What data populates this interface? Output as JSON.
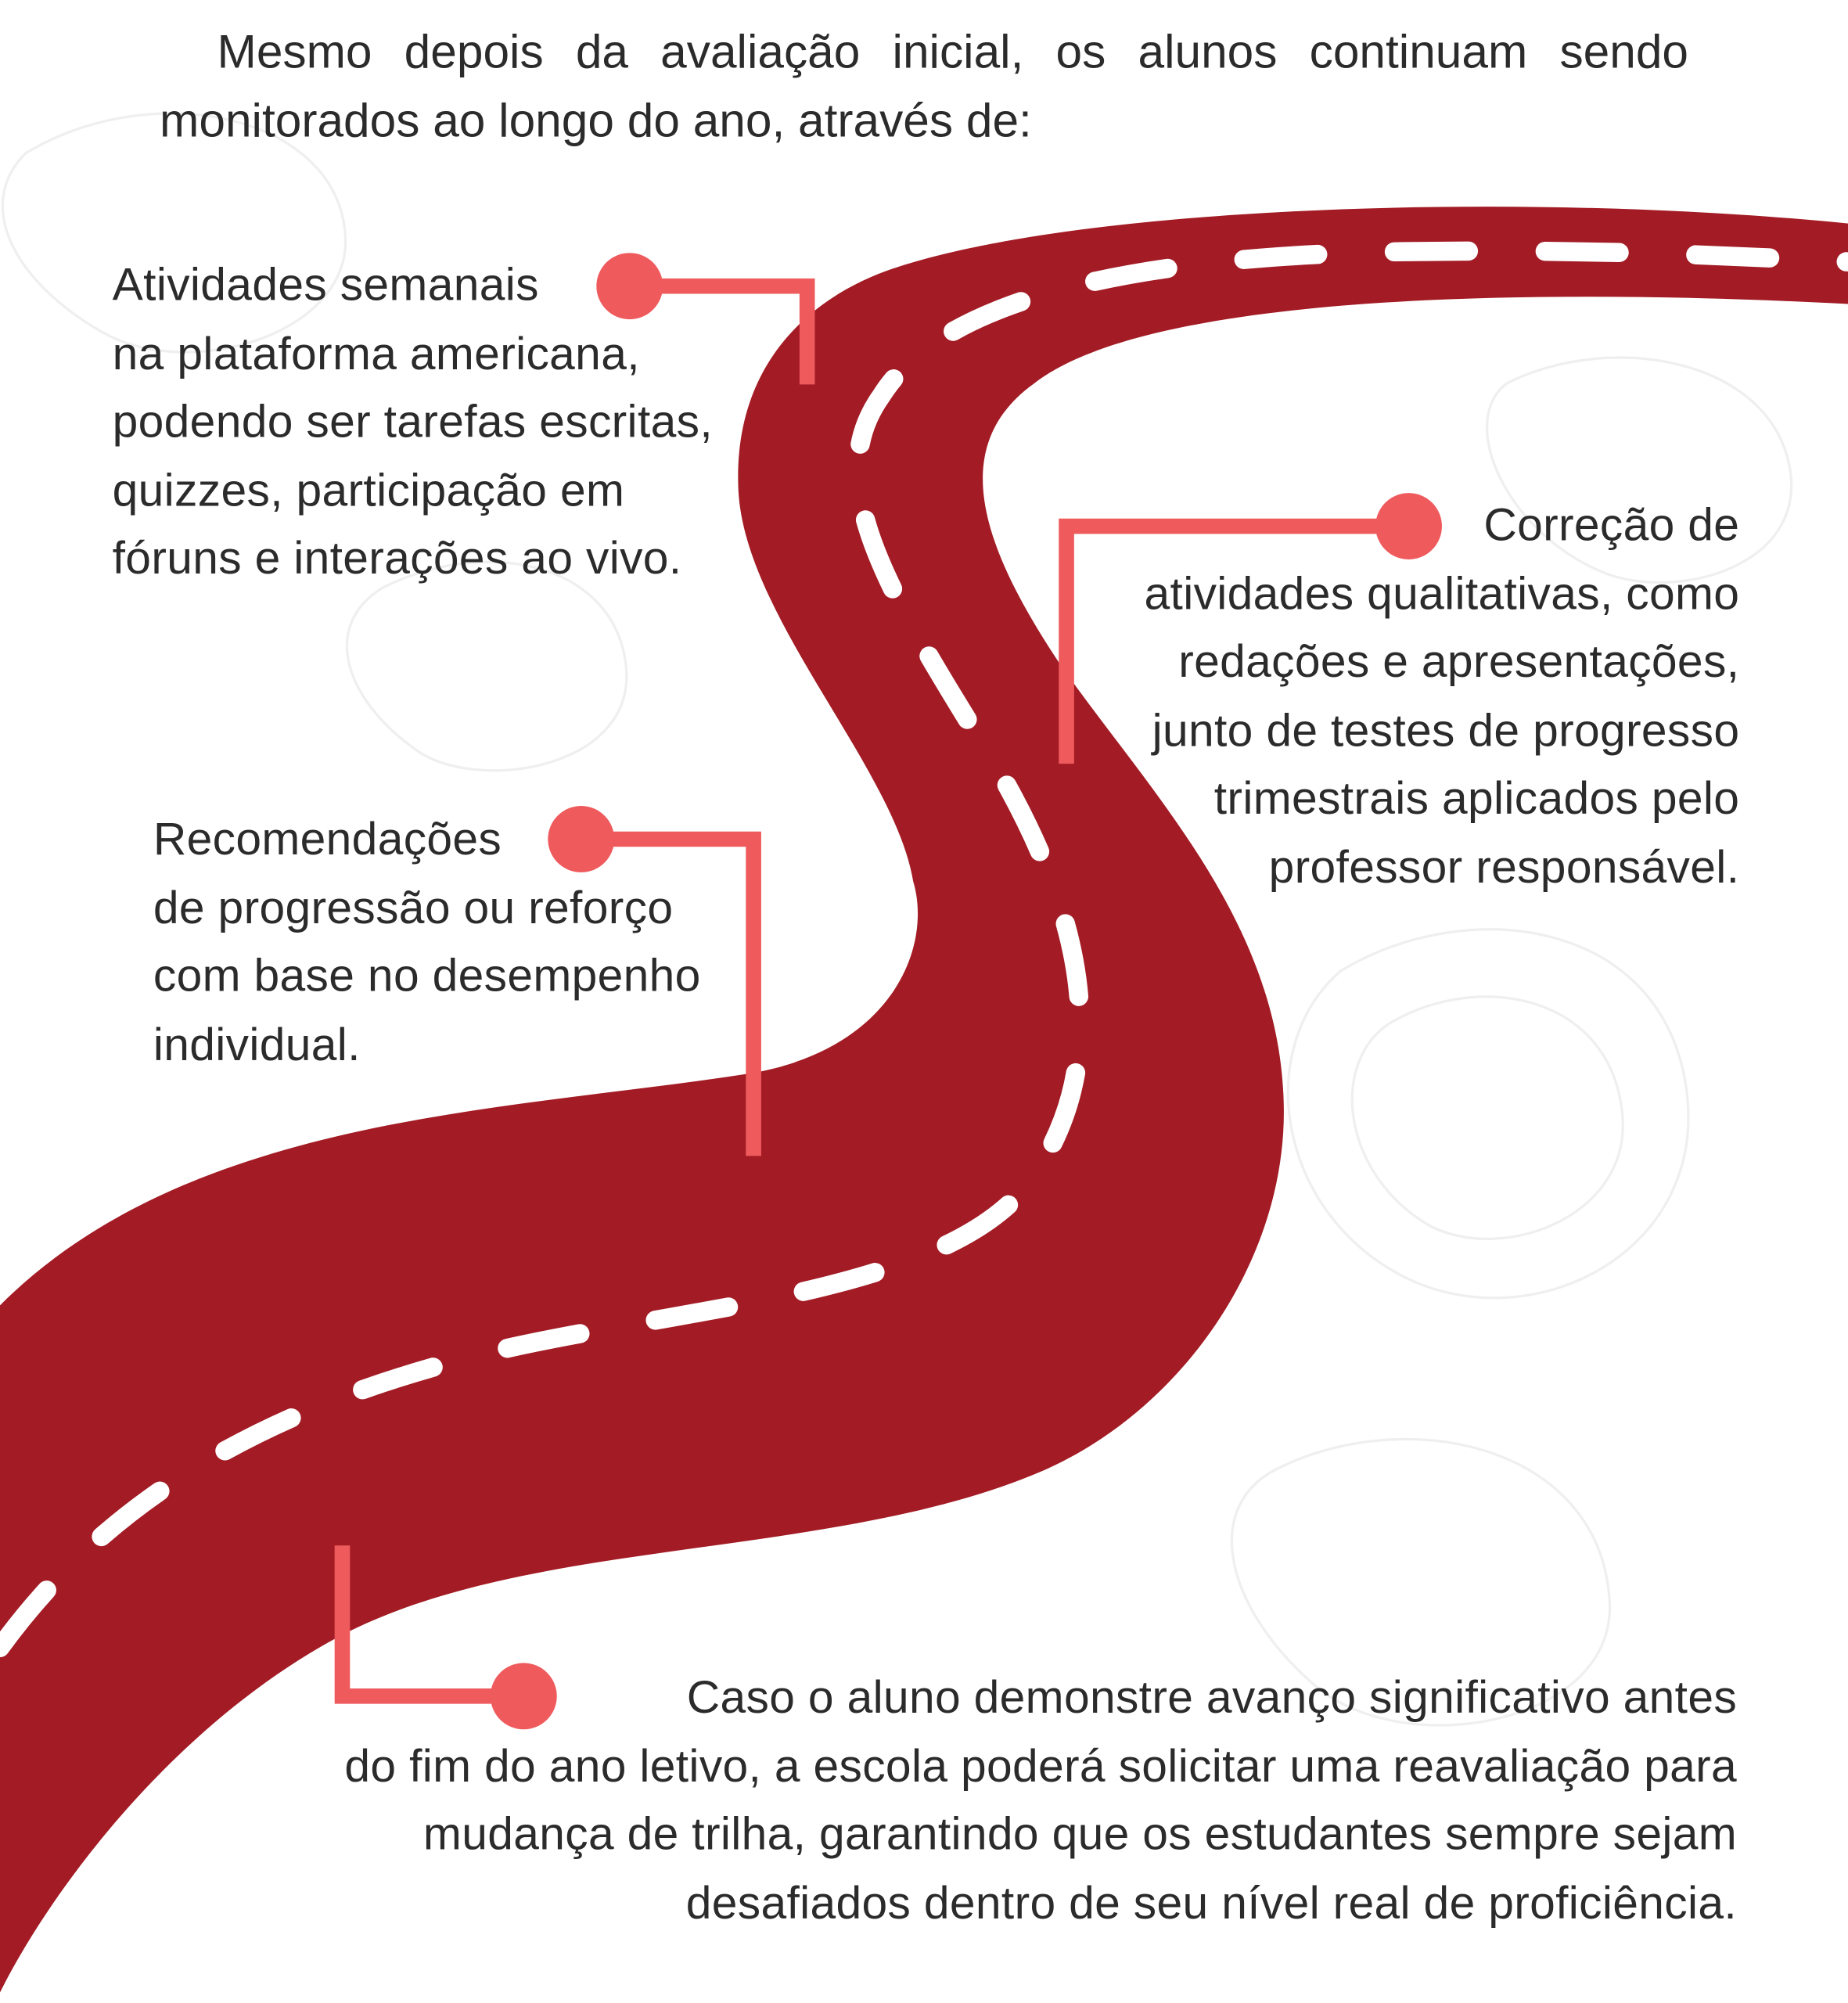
{
  "colors": {
    "road": "#A31C25",
    "dashes": "#FFFFFF",
    "connector": "#EF5A5D",
    "text": "#2B2B2B"
  },
  "intro": {
    "lines": [
      "Mesmo depois da avaliação inicial, os alunos continuam sendo",
      "monitorados ao longo do ano, através de:"
    ]
  },
  "items": [
    {
      "lines": [
        "Atividades semanais",
        "na plataforma americana,",
        "podendo ser tarefas escritas,",
        "quizzes, participação em",
        "fóruns e interações ao vivo."
      ]
    },
    {
      "lines": [
        "Correção de",
        "atividades qualitativas, como",
        "redações e apresentações,",
        "junto de testes de progresso",
        "trimestrais aplicados pelo",
        "professor responsável."
      ]
    },
    {
      "lines": [
        "Recomendações",
        "de progressão ou reforço",
        "com base no desempenho",
        "individual."
      ]
    },
    {
      "lines": [
        "Caso o aluno demonstre avanço significativo antes",
        "do fim do ano letivo, a escola poderá solicitar uma reavaliação para",
        "mudança de trilha, garantindo que os estudantes sempre sejam",
        "desafiados dentro de seu nível real de proficiência."
      ]
    }
  ]
}
